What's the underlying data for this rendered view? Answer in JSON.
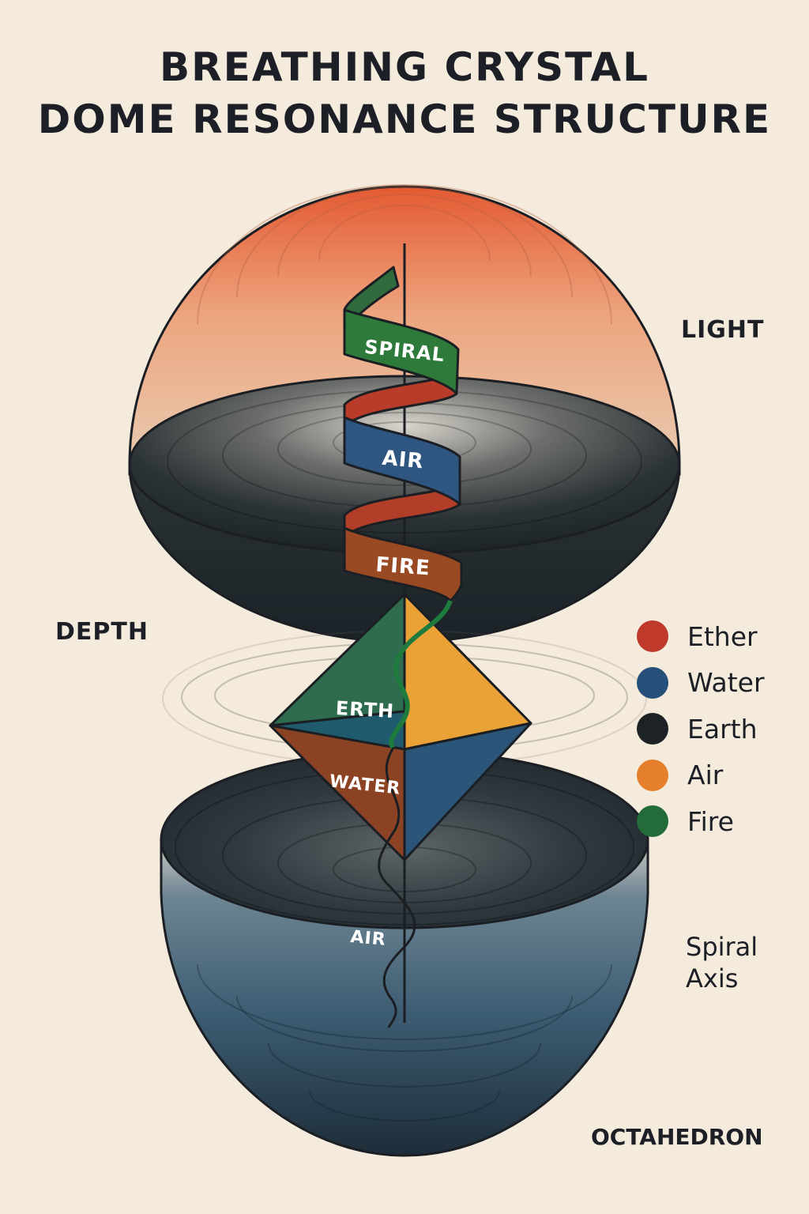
{
  "title": {
    "line1": "BREATHING CRYSTAL",
    "line2": "DOME RESONANCE STRUCTURE"
  },
  "diagram": {
    "band_labels": {
      "spiral": "SPIRAL",
      "air_upper": "AIR",
      "fire": "FIRE",
      "erth": "ERTH",
      "water": "WATER",
      "air_lower": "AIR"
    },
    "side_labels": {
      "light": "LIGHT",
      "depth": "DEPTH",
      "spiral_axis_line1": "Spiral",
      "spiral_axis_line2": "Axis",
      "octahedron": "OCTAHEDRON"
    }
  },
  "legend": {
    "items": [
      {
        "label": "Ether",
        "color": "#bf3a2b"
      },
      {
        "label": "Water",
        "color": "#264f7a"
      },
      {
        "label": "Earth",
        "color": "#1d2224"
      },
      {
        "label": "Air",
        "color": "#e57f2c"
      },
      {
        "label": "Fire",
        "color": "#236b38"
      }
    ]
  }
}
